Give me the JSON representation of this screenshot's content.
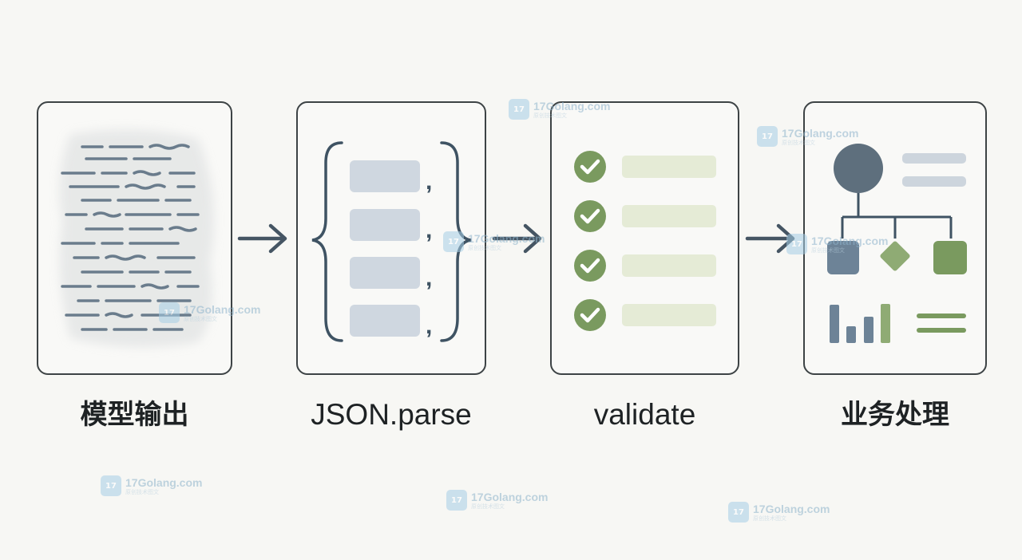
{
  "steps": [
    {
      "label": "模型输出",
      "icon": "messy-text-icon"
    },
    {
      "label": "JSON.parse",
      "icon": "json-braces-icon"
    },
    {
      "label": "validate",
      "icon": "checklist-icon"
    },
    {
      "label": "业务处理",
      "icon": "business-flow-icon"
    }
  ],
  "watermark": {
    "text": "17Golang.com",
    "sub": "原创技术图文",
    "logo": "17"
  },
  "colors": {
    "border": "#3d4345",
    "arrow": "#455563",
    "slate": "#6d8397",
    "placeholder": "#cfd7e0",
    "green": "#7a9a5f",
    "green_bar": "#e5ebd6",
    "node_gray": "#5e6f7d"
  }
}
